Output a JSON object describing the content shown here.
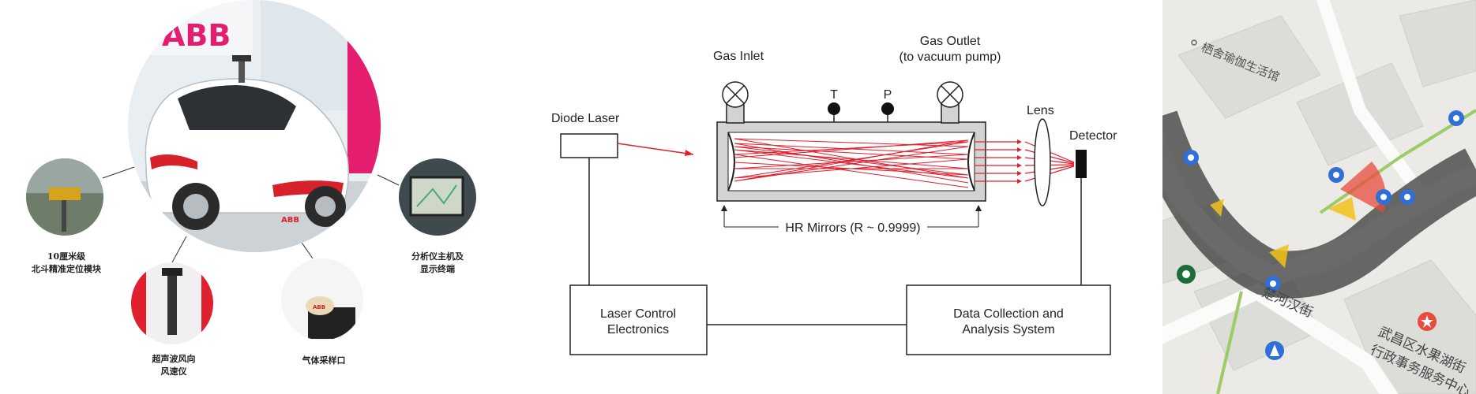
{
  "left_panel": {
    "brand_logo": "ABB",
    "car_logo": "ABB",
    "labels": {
      "gnss_module": "10厘米级\n北斗精准定位模块",
      "analyzer_terminal": "分析仪主机及\n显示终端",
      "anemometer": "超声波风向\n风速仪",
      "gas_inlet": "气体采样口"
    }
  },
  "diagram": {
    "diode_laser": "Diode Laser",
    "gas_inlet": "Gas Inlet",
    "gas_outlet_line1": "Gas Outlet",
    "gas_outlet_line2": "(to vacuum pump)",
    "temp": "T",
    "pressure": "P",
    "lens": "Lens",
    "detector": "Detector",
    "mirrors": "HR Mirrors (R ~ 0.9999)",
    "laser_control_line1": "Laser Control",
    "laser_control_line2": "Electronics",
    "data_system_line1": "Data Collection and",
    "data_system_line2": "Analysis System",
    "beam_color": "#e0202e"
  },
  "map": {
    "poi_yoga": "栖舍瑜伽生活馆",
    "street": "楚河汉街",
    "office_line1": "武昌区水果湖街",
    "office_line2": "行政事务服务中心",
    "marker_color": "#2f6fd6",
    "accent_red": "#e94b3c",
    "accent_yellow": "#f2c218"
  }
}
